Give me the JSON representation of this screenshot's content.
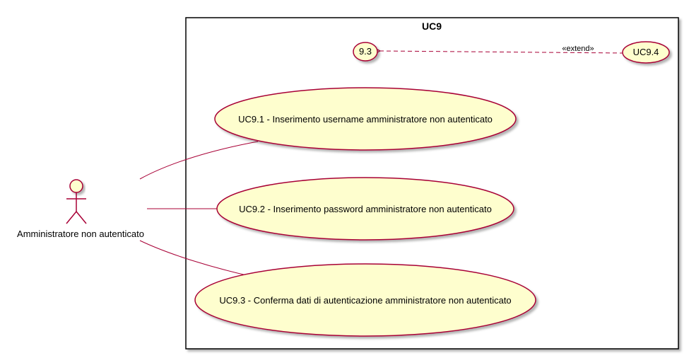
{
  "boundary": {
    "title": "UC9"
  },
  "actor": {
    "label": "Amministratore non autenticato"
  },
  "usecases": {
    "uc93_short": "9.3",
    "uc94": "UC9.4",
    "uc91": "UC9.1 - Inserimento username amministratore non autenticato",
    "uc92": "UC9.2 - Inserimento password amministratore non autenticato",
    "uc93": "UC9.3 - Conferma dati di autenticazione amministratore non autenticato"
  },
  "relations": {
    "extend_label": "«extend»"
  },
  "colors": {
    "usecase_fill": "#FEFECE",
    "border": "#A80036",
    "boundary_border": "#000000",
    "shadow": "#C8C8C8"
  }
}
